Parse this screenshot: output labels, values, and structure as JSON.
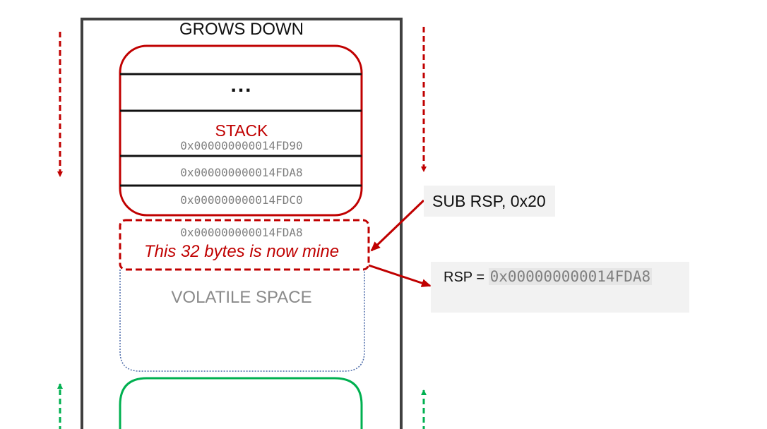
{
  "title": "GROWS DOWN",
  "stack": {
    "ellipsis": "...",
    "label": "STACK",
    "addresses": [
      "0x000000000014FD90",
      "0x000000000014FDA8",
      "0x000000000014FDC0"
    ]
  },
  "allocated": {
    "address": "0x000000000014FDA8",
    "caption": "This 32 bytes is now mine"
  },
  "volatile_label": "VOLATILE SPACE",
  "instruction": "SUB RSP, 0x20",
  "rsp": {
    "label": "RSP = ",
    "value": "0x000000000014FDA8"
  },
  "colors": {
    "stack": "#c00000",
    "heap": "#00b050",
    "frame": "#404040",
    "volatile_border": "#4a69a8",
    "callout_bg": "#f2f2f2"
  }
}
